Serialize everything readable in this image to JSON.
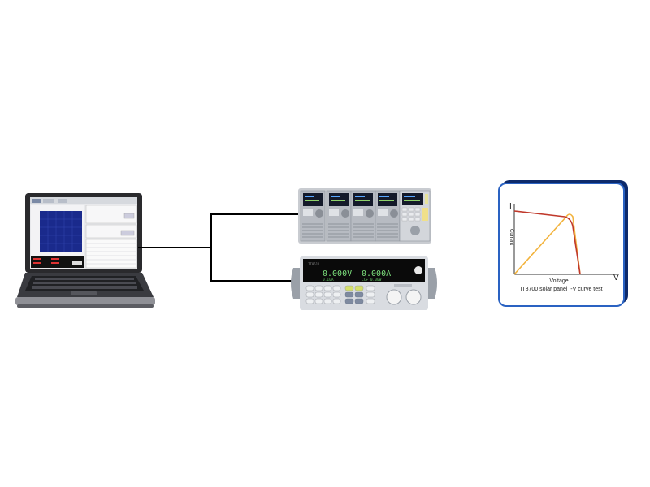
{
  "devices": {
    "laptop": {
      "icon": "laptop-icon"
    },
    "load_mainframe": {
      "icon": "electronic-load-mainframe-icon",
      "modules": 5
    },
    "dc_load": {
      "icon": "dc-electronic-load-icon",
      "voltage_display": "0.000V",
      "current_display": "0.000A",
      "sub_left": "0.10A",
      "sub_right": "CC+  0.00W"
    }
  },
  "iv_card": {
    "y_axis_symbol": "I",
    "x_axis_symbol": "V",
    "y_label": "Current",
    "x_label": "Voltage",
    "caption": "IT8700  solar panel I-V curve test",
    "colors": {
      "iv_curve": "#c0392b",
      "pv_curve": "#f2b33d",
      "axes": "#333333",
      "card_border": "#0d2a6b"
    }
  }
}
